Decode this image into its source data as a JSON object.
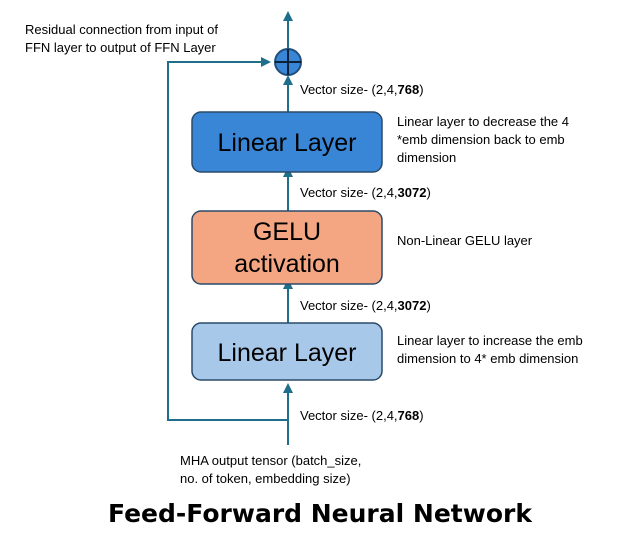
{
  "title": "Feed-Forward Neural Network",
  "colors": {
    "wire": "#1f6e8c",
    "linear_top_fill": "#3a86d6",
    "gelu_fill": "#f4a582",
    "linear_bottom_fill": "#a8c8ea",
    "box_stroke": "#2a4a6a"
  },
  "residual_note": {
    "line1": "Residual connection from input of",
    "line2": "FFN layer to output of FFN Layer"
  },
  "blocks": {
    "linear_top": {
      "label": "Linear Layer",
      "note_line1": "Linear layer to decrease the 4",
      "note_line2": "*emb dimension back  to emb",
      "note_line3": "dimension"
    },
    "gelu": {
      "label_line1": "GELU",
      "label_line2": "activation",
      "note": "Non-Linear GELU layer"
    },
    "linear_bottom": {
      "label": "Linear Layer",
      "note_line1": "Linear layer to increase the emb",
      "note_line2": "dimension to 4* emb dimension"
    }
  },
  "vector_sizes": {
    "prefix": "Vector size- (2,4,",
    "suffix": ")",
    "top": "768",
    "mid_top": "3072",
    "mid_bottom": "3072",
    "bottom": "768"
  },
  "input_note": {
    "line1": "MHA output tensor (batch_size,",
    "line2": "no. of token, embedding size)"
  },
  "icons": {
    "adder": "circled-plus-icon",
    "arrow": "arrowhead-icon"
  }
}
